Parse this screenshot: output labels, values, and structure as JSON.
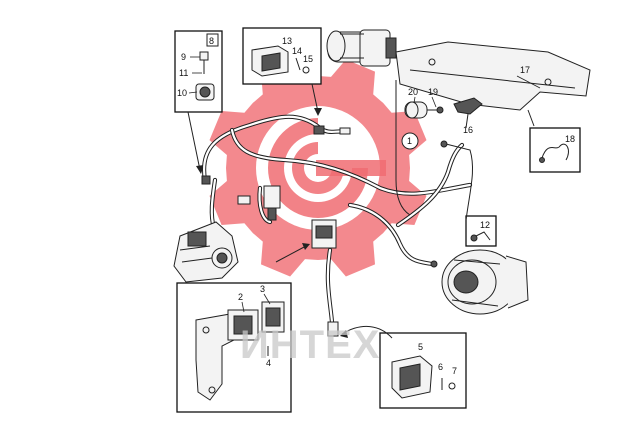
{
  "watermark": {
    "text": "ИНТЕХ",
    "color": "#f06c72"
  },
  "labels": {
    "n1": "1",
    "n2": "2",
    "n3": "3",
    "n4": "4",
    "n5": "5",
    "n6": "6",
    "n7": "7",
    "n8": "8",
    "n9": "9",
    "n10": "10",
    "n11": "11",
    "n12": "12",
    "n13": "13",
    "n14": "14",
    "n15": "15",
    "n16": "16",
    "n17": "17",
    "n18": "18",
    "n19": "19",
    "n20": "20"
  }
}
